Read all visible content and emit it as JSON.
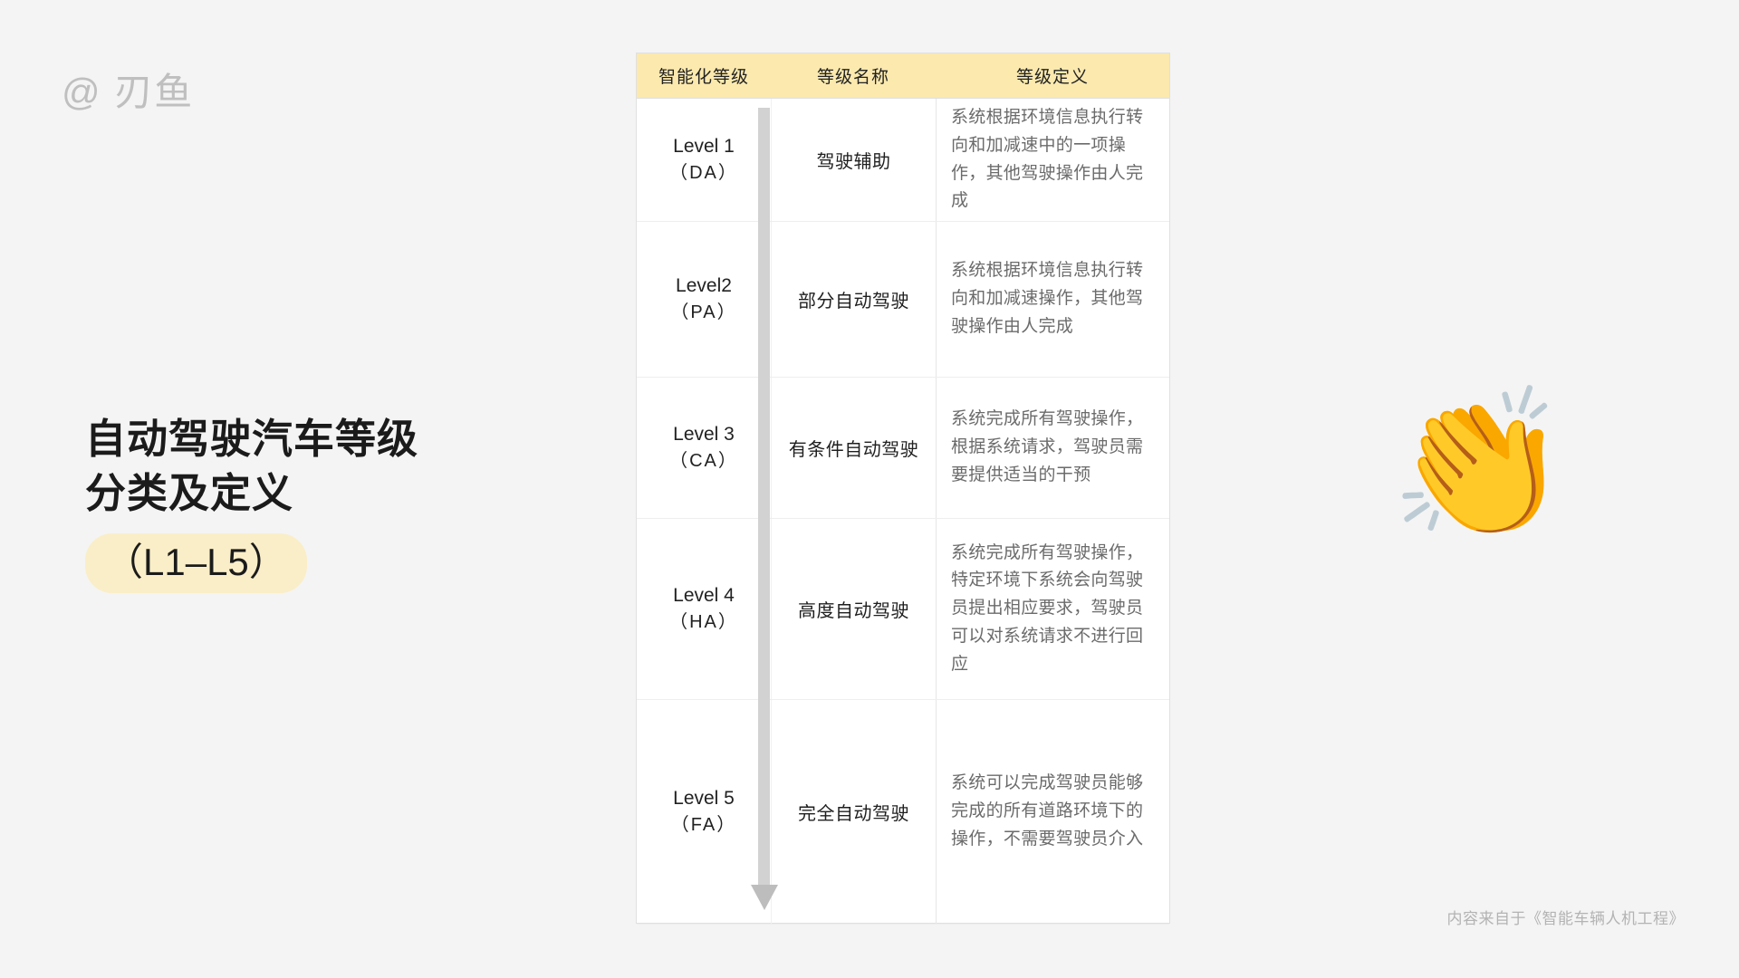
{
  "page": {
    "background": "#f4f4f4",
    "accent": "#fbe9ae",
    "badge_bg": "#faeec8"
  },
  "watermark": {
    "text": "@ 刃鱼"
  },
  "title": {
    "line1": "自动驾驶汽车等级",
    "line2": "分类及定义",
    "badge": "（L1–L5）"
  },
  "emoji": {
    "glyph": "👏",
    "name": "clapping-hands"
  },
  "credit": {
    "text": "内容来自于《智能车辆人机工程》"
  },
  "table": {
    "headers": {
      "level": "智能化等级",
      "name": "等级名称",
      "definition": "等级定义"
    },
    "rows": [
      {
        "level_main": "Level 1",
        "level_abbr": "（DA）",
        "name": "驾驶辅助",
        "definition": "系统根据环境信息执行转向和加减速中的一项操作，其他驾驶操作由人完成"
      },
      {
        "level_main": "Level2",
        "level_abbr": "（PA）",
        "name": "部分自动驾驶",
        "definition": "系统根据环境信息执行转向和加减速操作，其他驾驶操作由人完成"
      },
      {
        "level_main": "Level 3",
        "level_abbr": "（CA）",
        "name": "有条件自动驾驶",
        "definition": "系统完成所有驾驶操作，根据系统请求，驾驶员需要提供适当的干预"
      },
      {
        "level_main": "Level 4",
        "level_abbr": "（HA）",
        "name": "高度自动驾驶",
        "definition": "系统完成所有驾驶操作，特定环境下系统会向驾驶员提出相应要求，驾驶员可以对系统请求不进行回应"
      },
      {
        "level_main": "Level 5",
        "level_abbr": "（FA）",
        "name": "完全自动驾驶",
        "definition": "系统可以完成驾驶员能够完成的所有道路环境下的操作，不需要驾驶员介入"
      }
    ],
    "progression_arrow": "downward-arrow"
  }
}
